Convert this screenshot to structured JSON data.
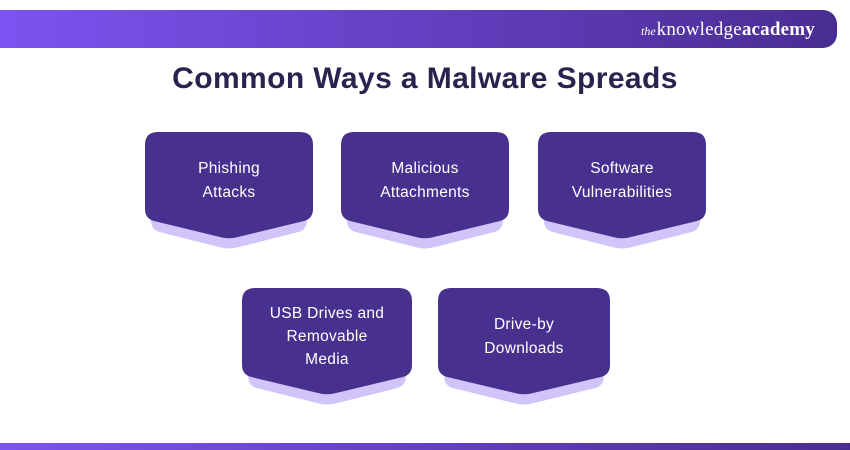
{
  "header": {
    "logo": {
      "the": "the",
      "knowledge": "knowledge",
      "academy": "academy"
    }
  },
  "title": "Common Ways a Malware Spreads",
  "cards": [
    {
      "id": "phishing-attacks",
      "lines": [
        "Phishing",
        "Attacks"
      ]
    },
    {
      "id": "malicious-attachments",
      "lines": [
        "Malicious",
        "Attachments"
      ]
    },
    {
      "id": "software-vulnerabilities",
      "lines": [
        "Software",
        "Vulnerabilities"
      ]
    },
    {
      "id": "usb-drives-removable-media",
      "lines": [
        "USB Drives and",
        "Removable",
        "Media"
      ]
    },
    {
      "id": "drive-by-downloads",
      "lines": [
        "Drive-by",
        "Downloads"
      ]
    }
  ],
  "colors": {
    "background": "#ffffff",
    "card-face": "#48318e",
    "card-shadow": "#d0c4f8",
    "card-text": "#ffffff",
    "bar-gradient-start": "#7d53f1",
    "bar-gradient-end": "#4a2d92",
    "title-color": "#2a234f"
  }
}
